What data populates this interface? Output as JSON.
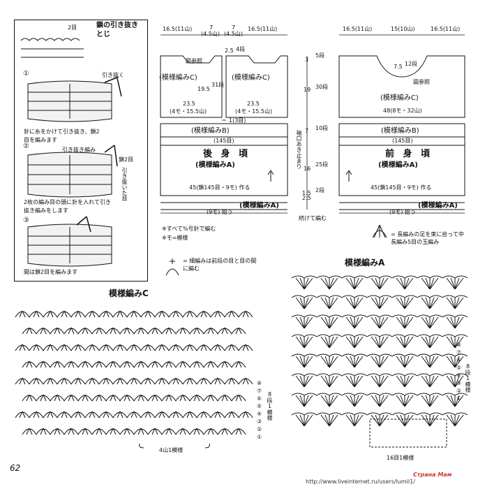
{
  "page_number": "62",
  "watermark": "http://www.liveinternet.ru/users/lumil1/",
  "logo": "Страна Мам",
  "technique_box": {
    "title": "鎖の引き抜きとじ",
    "chain_count_label": "2目",
    "step1_number": "①",
    "step1_pull_label": "引き抜く",
    "step1_text": "針に糸をかけて引き抜き、鎖2目を編みます",
    "step2_number": "②",
    "step2_pull_label": "引き抜き編み",
    "step2_chain_label": "鎖2目",
    "step2_side_label": "引き抜いた目",
    "step2_text": "2枚の編み目の頭に針を入れて引き抜き編みをします",
    "step3_number": "③",
    "step3_text": "間は鎖2目を編みます"
  },
  "back_body": {
    "top_dims": [
      "16.5(11山)",
      "7",
      "(4.5山)",
      "7",
      "(4.5山)",
      "16.5(11山)"
    ],
    "ref_label": "図参照",
    "neck_depth": "2.5",
    "neck_rows": "4段",
    "pattern_c_left": "(模様編みC)",
    "pattern_c_right": "(模様編みC)",
    "armhole": "19.5",
    "armhole_rows": "31段",
    "shoulder_left": "23.5",
    "shoulder_left_mo": "(4モ・15.5山)",
    "shoulder_right": "23.5",
    "shoulder_right_mo": "(4モ・15.5山)",
    "center_gap": "1(3目)",
    "pattern_b": "(模様編みB)",
    "pattern_b_count": "(145目)",
    "title": "後 身 頃",
    "pattern_a": "(模様編みA)",
    "width_45": "45(鎖145目・9モ) 作る",
    "pattern_a_bottom": "(模様編みA)",
    "bottom_mo": "(9モ) 拾う"
  },
  "middle_dims": {
    "d1": "3",
    "d1_rows": "5段",
    "d2": "19",
    "d2_rows": "30段",
    "d3": "7",
    "d3_rows": "10段",
    "d4": "16",
    "d4_rows": "25段",
    "d5": "1.5",
    "d5_rows": "2段",
    "d6": "2.5",
    "side_label": "袖口あき止まり",
    "bottom_label": "続けて編む"
  },
  "front_body": {
    "top_dims": [
      "16.5(11山)",
      "15(10山)",
      "16.5(11山)"
    ],
    "neck_depth": "7.5",
    "neck_rows": "12段",
    "ref_label": "図参照",
    "pattern_c": "(模様編みC)",
    "width_c": "48(8モ・32山)",
    "pattern_b": "(模様編みB)",
    "pattern_b_count": "(145目)",
    "title": "前 身 頃",
    "pattern_a": "(模様編みA)",
    "width_45": "45(鎖145目・9モ) 作る",
    "pattern_a_bottom": "(模様編みA)",
    "bottom_mo": "(9モ) 拾う"
  },
  "notes": {
    "note1": "※すべて%号針で編む",
    "note2": "※モ=模様",
    "legend1": "= 細編みは前段の目と目の間に編む",
    "legend2": "= 長編みの足を束に拾って中長編み5目の玉編み"
  },
  "chart_c": {
    "title": "模様編みC",
    "rows": [
      "⑧",
      "⑦",
      "⑥",
      "⑤",
      "④",
      "③",
      "②",
      "①"
    ],
    "rows_label": "8段1模様",
    "repeat_label": "4山1模様"
  },
  "chart_a": {
    "title": "模様編みA",
    "rows": [
      "⑧",
      "⑦",
      "⑥",
      "⑤",
      "④",
      "③",
      "②",
      "①"
    ],
    "rows_label": "8段1模様",
    "repeat_label": "16目1模様"
  }
}
